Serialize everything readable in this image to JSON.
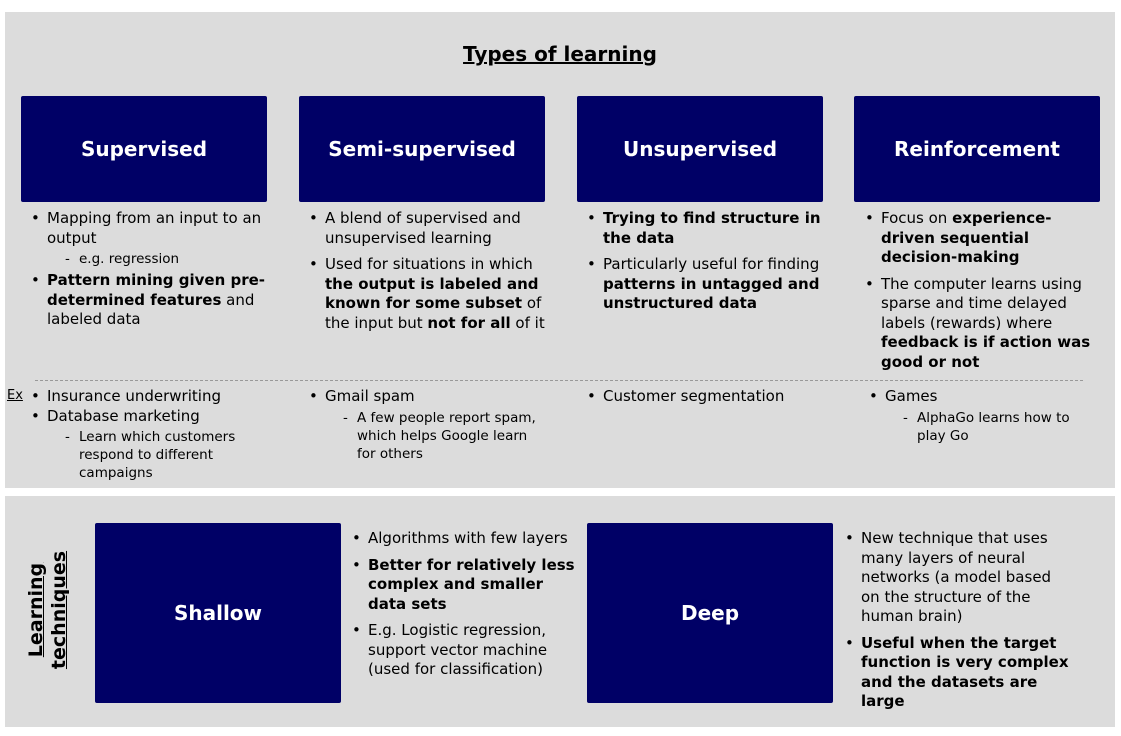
{
  "title": "Types of learning",
  "colors": {
    "card": "#000066",
    "panel": "#dcdcdc"
  },
  "examples_label": "Ex",
  "types": [
    {
      "name": "Supervised",
      "bullets": [
        {
          "segments": [
            {
              "t": "Mapping from an input to an output",
              "b": false
            }
          ],
          "sub": [
            "e.g. regression"
          ]
        },
        {
          "segments": [
            {
              "t": "Pattern mining given pre-determined features",
              "b": true
            },
            {
              "t": " and labeled data",
              "b": false
            }
          ],
          "sub": []
        }
      ],
      "examples": [
        {
          "text": "Insurance underwriting",
          "sub": []
        },
        {
          "text": "Database marketing",
          "sub": [
            "Learn which customers respond to different campaigns"
          ]
        }
      ]
    },
    {
      "name": "Semi-supervised",
      "bullets": [
        {
          "segments": [
            {
              "t": "A blend of supervised and unsupervised learning",
              "b": false
            }
          ],
          "sub": []
        },
        {
          "segments": [
            {
              "t": "Used for situations in which ",
              "b": false
            },
            {
              "t": "the output is labeled and known for some subset",
              "b": true
            },
            {
              "t": " of the input but ",
              "b": false
            },
            {
              "t": "not for all",
              "b": true
            },
            {
              "t": " of it",
              "b": false
            }
          ],
          "sub": []
        }
      ],
      "examples": [
        {
          "text": "Gmail spam",
          "sub": [
            "A few people report spam, which helps Google learn for others"
          ]
        }
      ]
    },
    {
      "name": "Unsupervised",
      "bullets": [
        {
          "segments": [
            {
              "t": "Trying to find structure in the data",
              "b": true
            }
          ],
          "sub": []
        },
        {
          "segments": [
            {
              "t": "Particularly useful for finding ",
              "b": false
            },
            {
              "t": "patterns in untagged and unstructured data",
              "b": true
            }
          ],
          "sub": []
        }
      ],
      "examples": [
        {
          "text": "Customer segmentation",
          "sub": []
        }
      ]
    },
    {
      "name": "Reinforcement",
      "bullets": [
        {
          "segments": [
            {
              "t": "Focus on ",
              "b": false
            },
            {
              "t": "experience-driven sequential decision-making",
              "b": true
            }
          ],
          "sub": []
        },
        {
          "segments": [
            {
              "t": "The computer learns using sparse and time delayed labels (rewards) where ",
              "b": false
            },
            {
              "t": "feedback is if action was good or not",
              "b": true
            }
          ],
          "sub": []
        }
      ],
      "examples": [
        {
          "text": "Games",
          "sub": [
            "AlphaGo learns how to play Go"
          ]
        }
      ]
    }
  ],
  "techniques_label": "Learning techniques",
  "techniques": [
    {
      "name": "Shallow",
      "bullets": [
        {
          "segments": [
            {
              "t": "Algorithms with few layers",
              "b": false
            }
          ],
          "sub": []
        },
        {
          "segments": [
            {
              "t": "Better for relatively less complex and smaller data sets",
              "b": true
            }
          ],
          "sub": []
        },
        {
          "segments": [
            {
              "t": "E.g. Logistic regression, support vector machine (used for classification)",
              "b": false
            }
          ],
          "sub": []
        }
      ]
    },
    {
      "name": "Deep",
      "bullets": [
        {
          "segments": [
            {
              "t": "New technique that uses many layers of neural networks (a model based on the structure of the human brain)",
              "b": false
            }
          ],
          "sub": []
        },
        {
          "segments": [
            {
              "t": "Useful when the target function is very complex and the datasets are large",
              "b": true
            }
          ],
          "sub": []
        }
      ]
    }
  ]
}
